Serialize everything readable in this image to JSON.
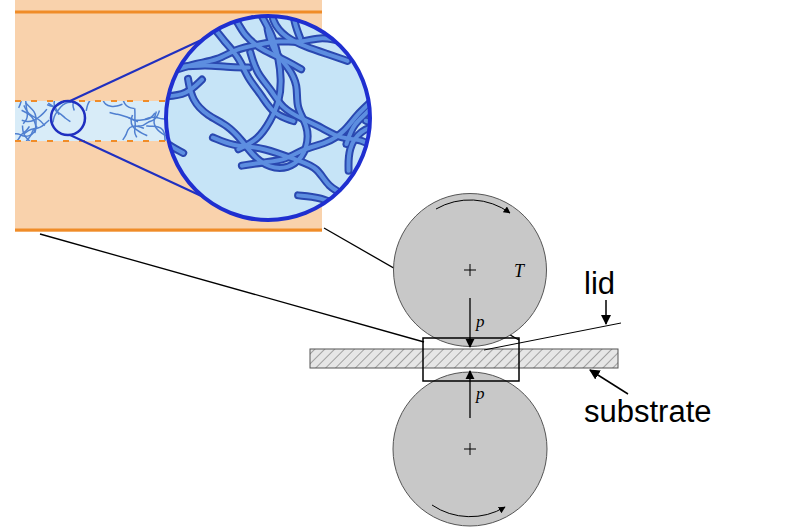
{
  "diagram": {
    "nodes": [
      {
        "text": [
          "T"
        ]
      }
    ],
    "labels": [
      "p",
      "p",
      "lid",
      "substrate"
    ]
  }
}
